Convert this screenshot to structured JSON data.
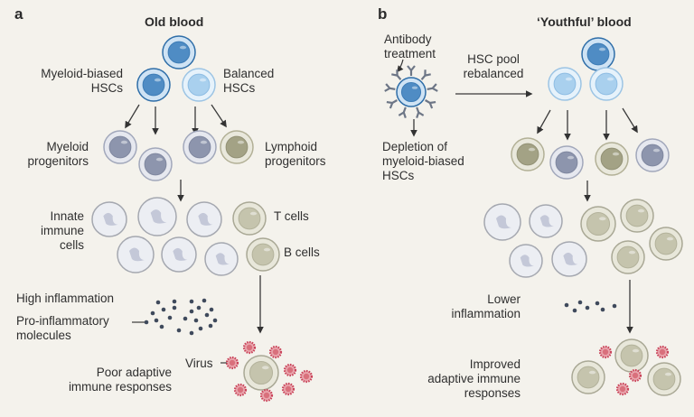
{
  "panel_a": {
    "letter": "a",
    "title": "Old blood",
    "labels": {
      "myeloid_biased_1": "Myeloid-biased",
      "myeloid_biased_2": "HSCs",
      "balanced_1": "Balanced",
      "balanced_2": "HSCs",
      "myeloid_prog_1": "Myeloid",
      "myeloid_prog_2": "progenitors",
      "lymphoid_prog_1": "Lymphoid",
      "lymphoid_prog_2": "progenitors",
      "innate_1": "Innate",
      "innate_2": "immune",
      "innate_3": "cells",
      "t_cells": "T cells",
      "b_cells": "B cells",
      "high_inflammation": "High inflammation",
      "pro_inflam_1": "Pro-inflammatory",
      "pro_inflam_2": "molecules",
      "virus": "Virus",
      "poor_1": "Poor adaptive",
      "poor_2": "immune responses"
    }
  },
  "panel_b": {
    "letter": "b",
    "title": "‘Youthful’ blood",
    "labels": {
      "antibody_1": "Antibody",
      "antibody_2": "treatment",
      "hsc_pool_1": "HSC pool",
      "hsc_pool_2": "rebalanced",
      "depletion_1": "Depletion of",
      "depletion_2": "myeloid-biased",
      "depletion_3": "HSCs",
      "lower_1": "Lower",
      "lower_2": "inflammation",
      "improved_1": "Improved",
      "improved_2": "adaptive immune",
      "improved_3": "responses"
    }
  },
  "colors": {
    "background": "#f4f2ec",
    "hsc_dark": "#4f8cc4",
    "hsc_light": "#a9d0ee",
    "myeloid_prog": "#8d95ad",
    "lymphoid_prog": "#a3a285",
    "innate": "#dfe2ea",
    "lymphocyte": "#dddccb",
    "virus": "#d9707c",
    "molecule": "#3f4a5c"
  }
}
